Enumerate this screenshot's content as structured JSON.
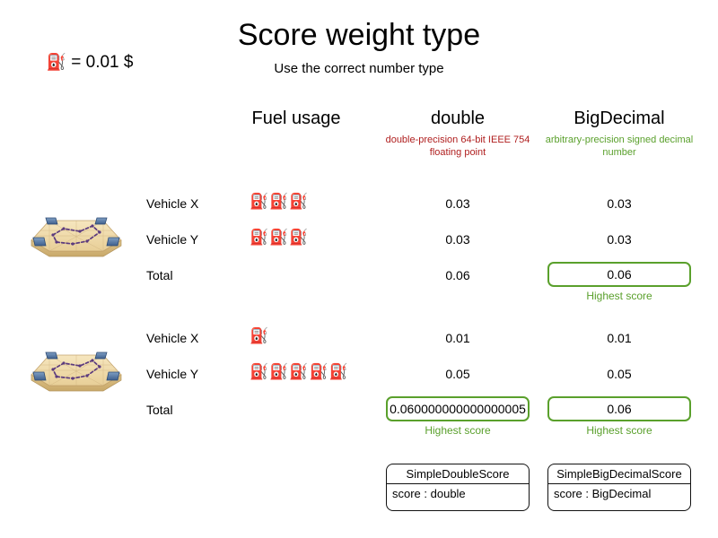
{
  "title": "Score weight type",
  "subtitle": "Use the correct number type",
  "legend": {
    "icon": "fuel-pump-icon",
    "glyph": "⛽",
    "text": "= 0.01 $"
  },
  "columns": {
    "fuel": {
      "header": "Fuel usage"
    },
    "double": {
      "header": "double",
      "subtitle": "double-precision 64-bit IEEE 754 floating point",
      "subtitle_color": "#b02020"
    },
    "bigdecimal": {
      "header": "BigDecimal",
      "subtitle": "arbitrary-precision signed decimal number",
      "subtitle_color": "#5aa02c"
    }
  },
  "highlight_color": "#5aa02c",
  "highest_score_caption": "Highest score",
  "sections": [
    {
      "name": "section-1",
      "illustration": "vehicle-routing-plane",
      "rows": [
        {
          "label": "Vehicle X",
          "fuel_count": 3,
          "double": "0.03",
          "bigdecimal": "0.03",
          "double_boxed": false,
          "bigdecimal_boxed": false
        },
        {
          "label": "Vehicle Y",
          "fuel_count": 3,
          "double": "0.03",
          "bigdecimal": "0.03",
          "double_boxed": false,
          "bigdecimal_boxed": false
        },
        {
          "label": "Total",
          "fuel_count": 0,
          "double": "0.06",
          "bigdecimal": "0.06",
          "double_boxed": false,
          "bigdecimal_boxed": true
        }
      ]
    },
    {
      "name": "section-2",
      "illustration": "vehicle-routing-plane",
      "rows": [
        {
          "label": "Vehicle X",
          "fuel_count": 1,
          "double": "0.01",
          "bigdecimal": "0.01",
          "double_boxed": false,
          "bigdecimal_boxed": false
        },
        {
          "label": "Vehicle Y",
          "fuel_count": 5,
          "double": "0.05",
          "bigdecimal": "0.05",
          "double_boxed": false,
          "bigdecimal_boxed": false
        },
        {
          "label": "Total",
          "fuel_count": 0,
          "double": "0.060000000000000005",
          "bigdecimal": "0.06",
          "double_boxed": true,
          "bigdecimal_boxed": true
        }
      ]
    }
  ],
  "class_boxes": [
    {
      "name": "SimpleDoubleScore",
      "attribute": "score : double"
    },
    {
      "name": "SimpleBigDecimalScore",
      "attribute": "score : BigDecimal"
    }
  ]
}
